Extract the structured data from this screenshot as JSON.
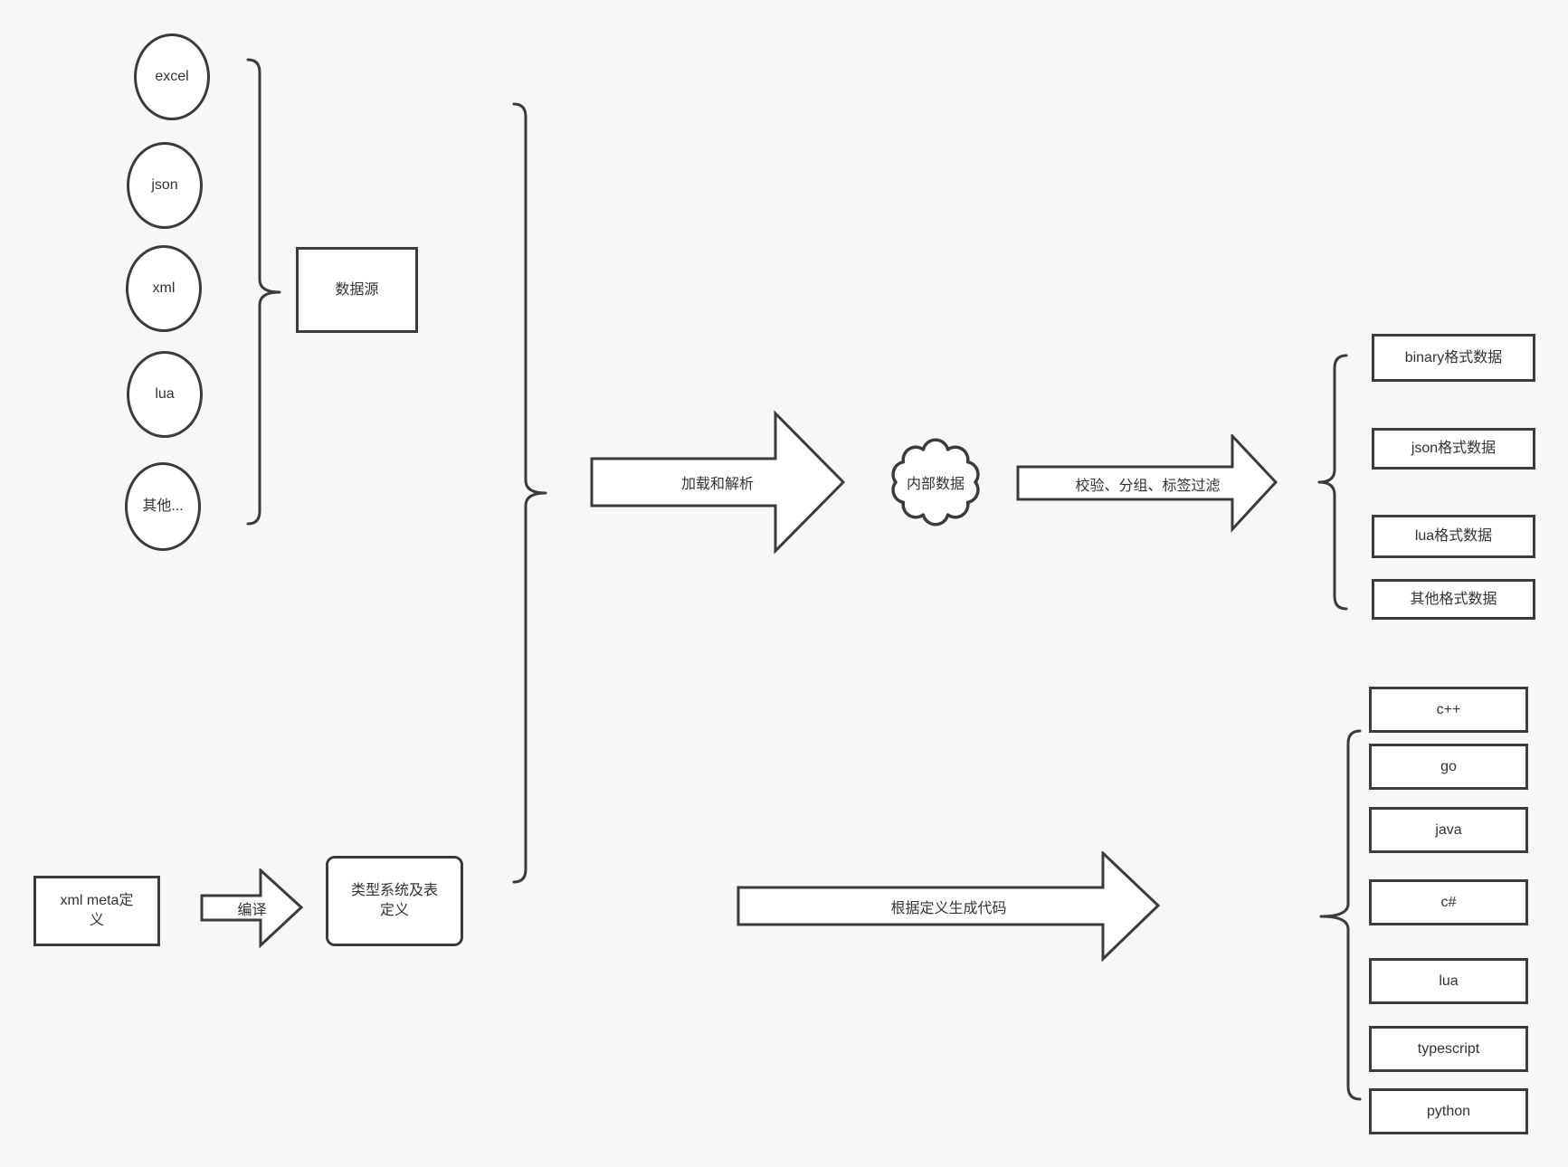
{
  "colors": {
    "background": "#f7f7f7",
    "shape_stroke": "#3b3b3b",
    "shape_fill": "#ffffff",
    "text": "#333333"
  },
  "sources": {
    "items": [
      "excel",
      "json",
      "xml",
      "lua",
      "其他..."
    ],
    "group_label": "数据源"
  },
  "flow": {
    "load_arrow_label": "加载和解析",
    "internal_data_label": "内部数据",
    "filter_arrow_label": "校验、分组、标签过滤",
    "formats": [
      "binary格式数据",
      "json格式数据",
      "lua格式数据",
      "其他格式数据"
    ]
  },
  "meta": {
    "xml_meta_label": "xml meta定义",
    "compile_arrow_label": "编译",
    "type_system_label": "类型系统及表定义",
    "codegen_arrow_label": "根据定义生成代码",
    "languages": [
      "c++",
      "go",
      "java",
      "c#",
      "lua",
      "typescript",
      "python"
    ]
  }
}
